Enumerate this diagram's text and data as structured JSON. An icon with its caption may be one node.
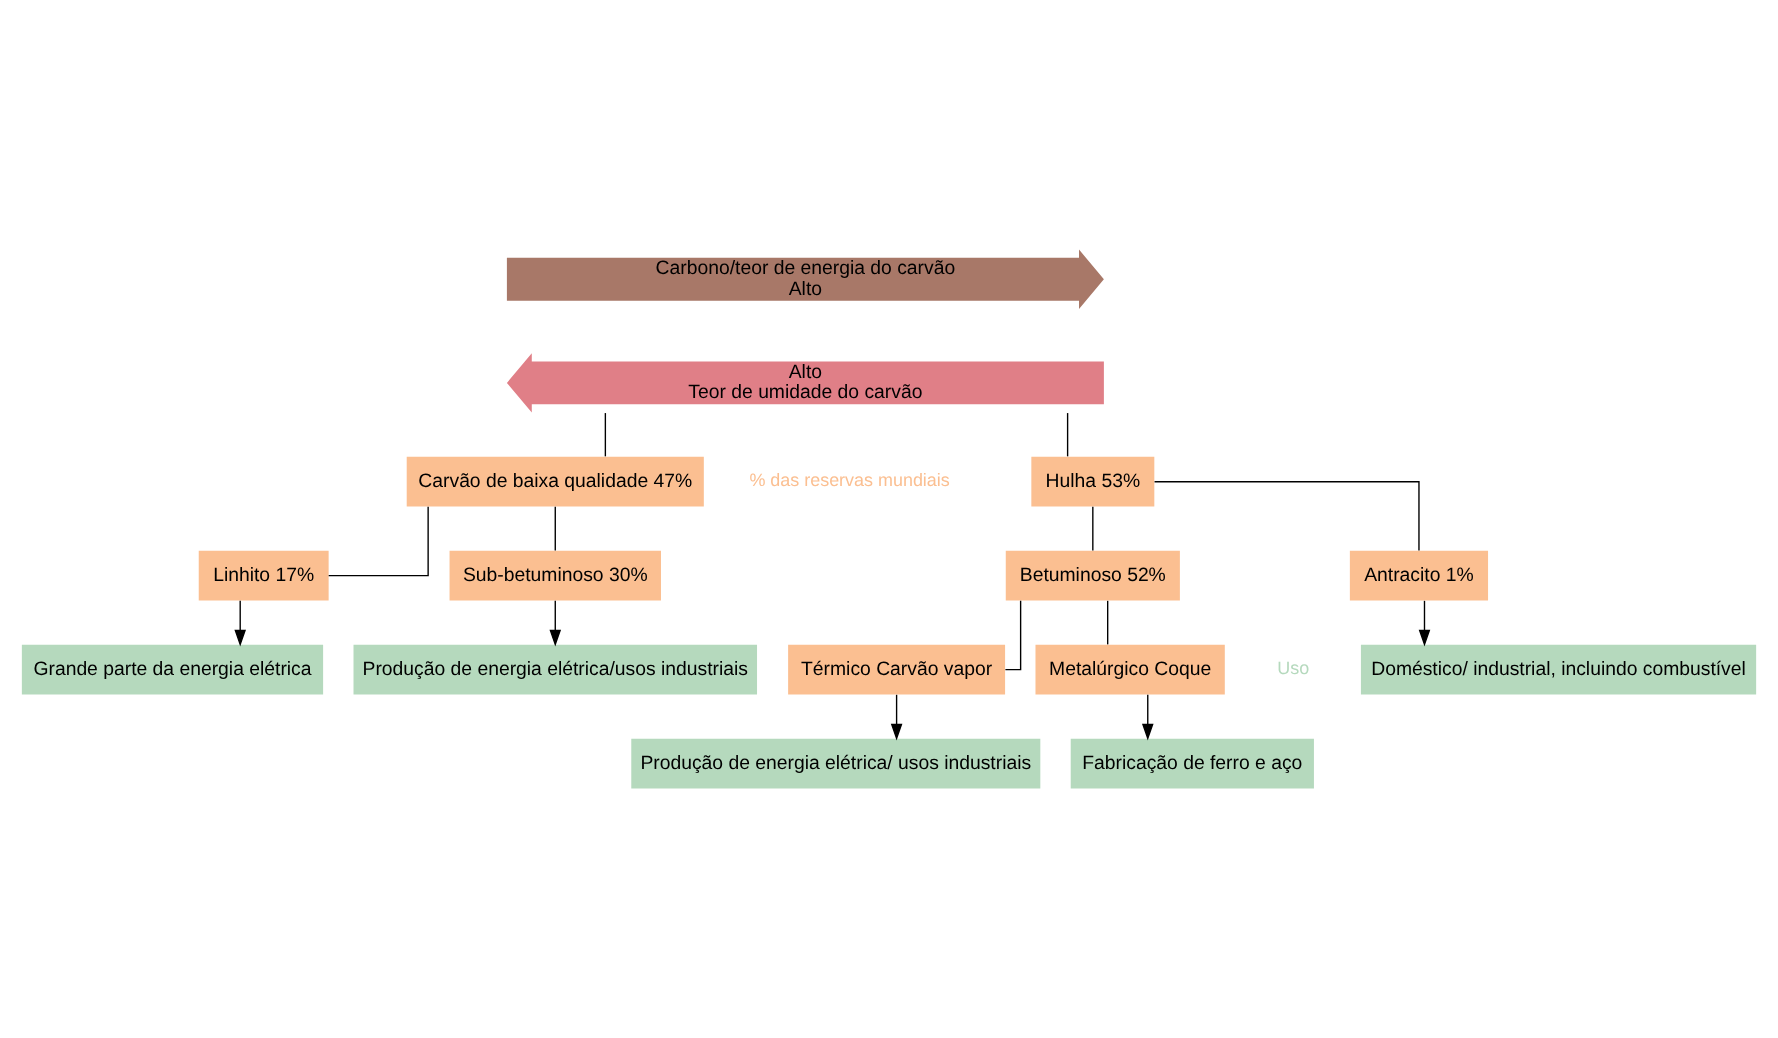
{
  "diagram": {
    "nodes": [
      {
        "text": [
          "Carbono/teor de energia do carvão",
          "Alto"
        ]
      },
      {
        "text": [
          "Alto",
          "Teor de umidade do carvão"
        ]
      },
      {
        "text": [
          "Carvão de baixa qualidade 47%"
        ]
      },
      {
        "text": [
          "Hulha 53%"
        ]
      },
      {
        "text": [
          "Linhito 17%"
        ]
      },
      {
        "text": [
          "Sub-betuminoso 30%"
        ]
      },
      {
        "text": [
          "Betuminoso 52%"
        ]
      },
      {
        "text": [
          "Antracito 1%"
        ]
      },
      {
        "text": [
          "Térmico Carvão vapor"
        ]
      },
      {
        "text": [
          "Metalúrgico Coque"
        ]
      },
      {
        "text": [
          "Grande parte da energia elétrica"
        ]
      },
      {
        "text": [
          "Produção de energia elétrica/usos industriais"
        ]
      },
      {
        "text": [
          "Produção de energia elétrica/ usos industriais"
        ]
      },
      {
        "text": [
          "Fabricação de ferro e aço"
        ]
      },
      {
        "text": [
          "Doméstico/ industrial, incluindo combustível"
        ]
      }
    ],
    "edges": [
      {
        "from": 1,
        "to": 2,
        "arrow": "none"
      },
      {
        "from": 1,
        "to": 3,
        "arrow": "none"
      },
      {
        "from": 2,
        "to": 4,
        "arrow": "none"
      },
      {
        "from": 2,
        "to": 5,
        "arrow": "none"
      },
      {
        "from": 3,
        "to": 6,
        "arrow": "none"
      },
      {
        "from": 3,
        "to": 7,
        "arrow": "none"
      },
      {
        "from": 6,
        "to": 8,
        "arrow": "none"
      },
      {
        "from": 6,
        "to": 9,
        "arrow": "none"
      },
      {
        "from": 4,
        "to": 10,
        "arrow": "to"
      },
      {
        "from": 5,
        "to": 11,
        "arrow": "to"
      },
      {
        "from": 8,
        "to": 12,
        "arrow": "to"
      },
      {
        "from": 9,
        "to": 13,
        "arrow": "to"
      },
      {
        "from": 7,
        "to": 14,
        "arrow": "to"
      }
    ],
    "labels": [
      "% das reservas mundiais",
      "Uso"
    ]
  }
}
